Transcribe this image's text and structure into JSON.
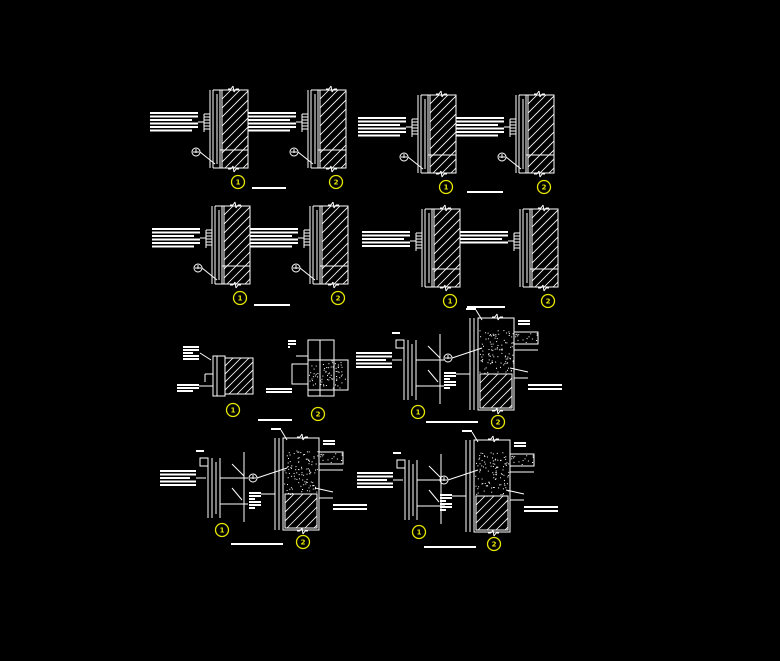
{
  "colors": {
    "background": "#000000",
    "linework": "#ffffff",
    "detail_tag": "#e8e800"
  },
  "details": [
    {
      "id": "a1",
      "tag": "1"
    },
    {
      "id": "a2",
      "tag": "2"
    },
    {
      "id": "b1",
      "tag": "1"
    },
    {
      "id": "b2",
      "tag": "2"
    },
    {
      "id": "c1",
      "tag": "1"
    },
    {
      "id": "c2",
      "tag": "2"
    },
    {
      "id": "d1",
      "tag": "1"
    },
    {
      "id": "d2",
      "tag": "2"
    },
    {
      "id": "e1",
      "tag": "1"
    },
    {
      "id": "e2",
      "tag": "2"
    },
    {
      "id": "f1",
      "tag": "1"
    },
    {
      "id": "f2",
      "tag": "2"
    },
    {
      "id": "g1",
      "tag": "1"
    },
    {
      "id": "g2",
      "tag": "2"
    },
    {
      "id": "h1",
      "tag": "1"
    },
    {
      "id": "h2",
      "tag": "2"
    }
  ]
}
